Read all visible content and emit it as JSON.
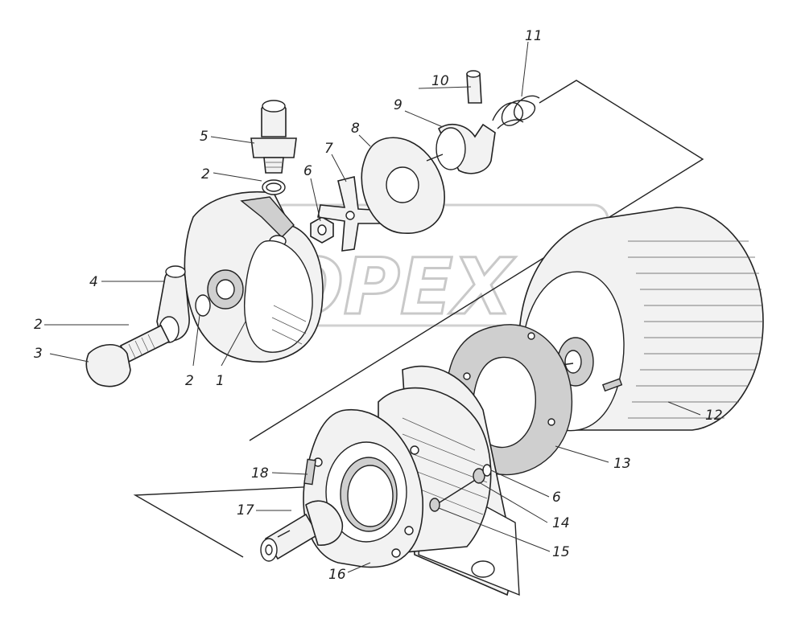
{
  "watermark": "OPEX",
  "callouts": [
    {
      "id": "c1",
      "label": "1"
    },
    {
      "id": "c2a",
      "label": "2"
    },
    {
      "id": "c2b",
      "label": "2"
    },
    {
      "id": "c2c",
      "label": "2"
    },
    {
      "id": "c3",
      "label": "3"
    },
    {
      "id": "c4",
      "label": "4"
    },
    {
      "id": "c5",
      "label": "5"
    },
    {
      "id": "c6a",
      "label": "6"
    },
    {
      "id": "c6b",
      "label": "6"
    },
    {
      "id": "c7",
      "label": "7"
    },
    {
      "id": "c8",
      "label": "8"
    },
    {
      "id": "c9",
      "label": "9"
    },
    {
      "id": "c10",
      "label": "10"
    },
    {
      "id": "c11",
      "label": "11"
    },
    {
      "id": "c12",
      "label": "12"
    },
    {
      "id": "c13",
      "label": "13"
    },
    {
      "id": "c14",
      "label": "14"
    },
    {
      "id": "c15",
      "label": "15"
    },
    {
      "id": "c16",
      "label": "16"
    },
    {
      "id": "c17",
      "label": "17"
    },
    {
      "id": "c18",
      "label": "18"
    }
  ]
}
